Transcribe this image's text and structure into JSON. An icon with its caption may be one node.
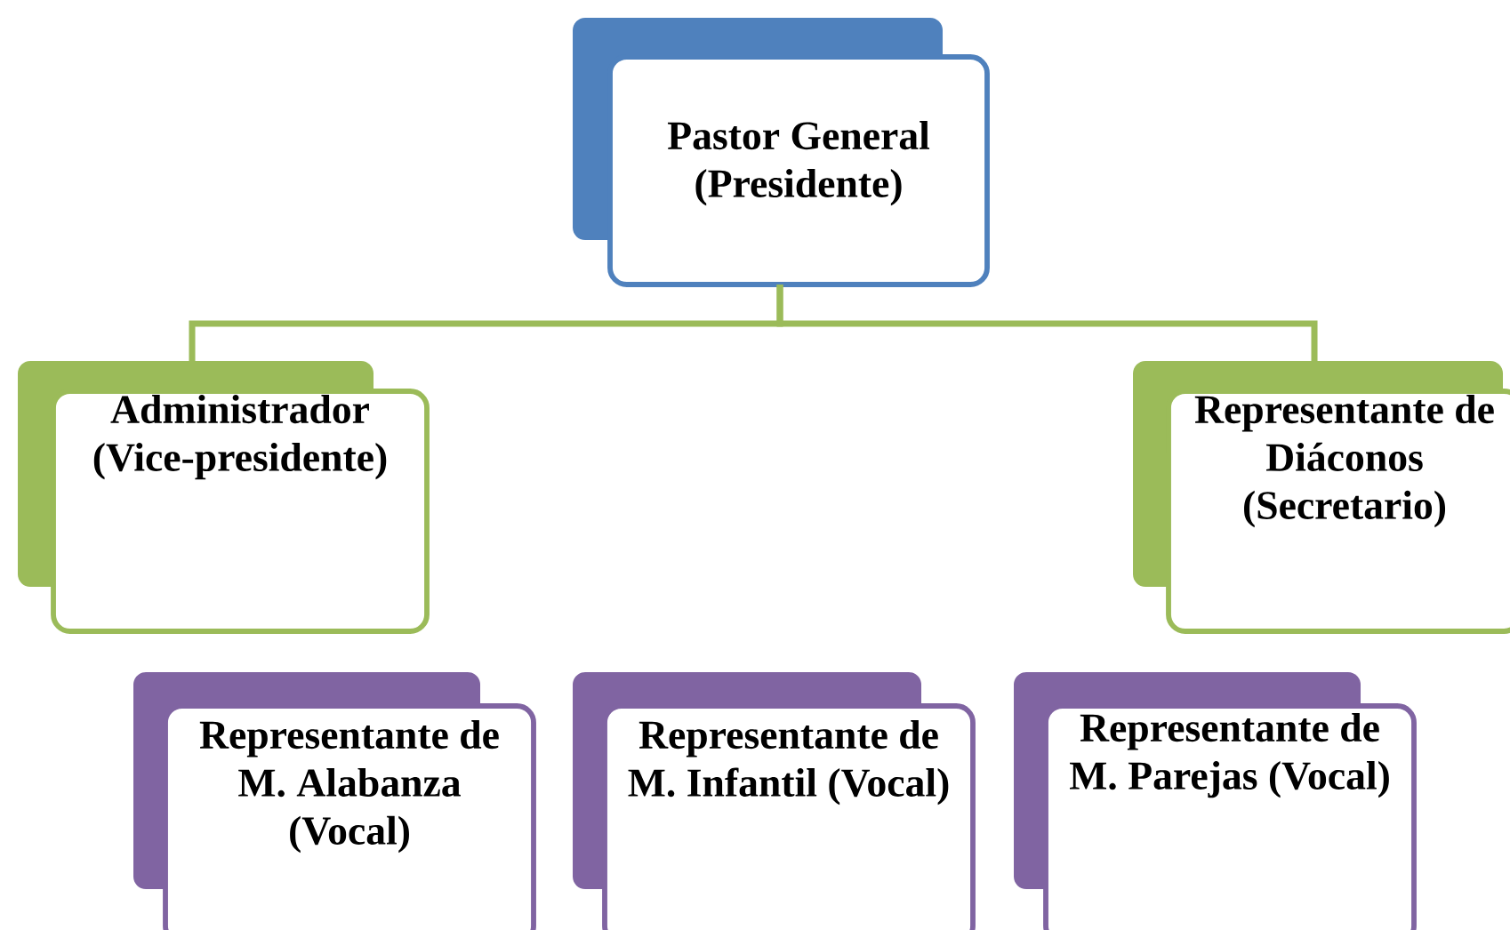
{
  "diagram": {
    "nodes": [
      {
        "text": [
          "Pastor General (Presidente)"
        ]
      },
      {
        "text": [
          "Administrador (Vice-presidente)"
        ]
      },
      {
        "text": [
          "Representante de Diáconos (Secretario)"
        ]
      },
      {
        "text": [
          "Representante de M. Alabanza (Vocal)"
        ]
      },
      {
        "text": [
          "Representante de M. Infantil (Vocal)"
        ]
      },
      {
        "text": [
          "Representante de M. Parejas (Vocal)"
        ]
      }
    ],
    "edges": [
      {
        "from": 0,
        "to": 1,
        "arrow": "none"
      },
      {
        "from": 0,
        "to": 2,
        "arrow": "none"
      }
    ]
  }
}
